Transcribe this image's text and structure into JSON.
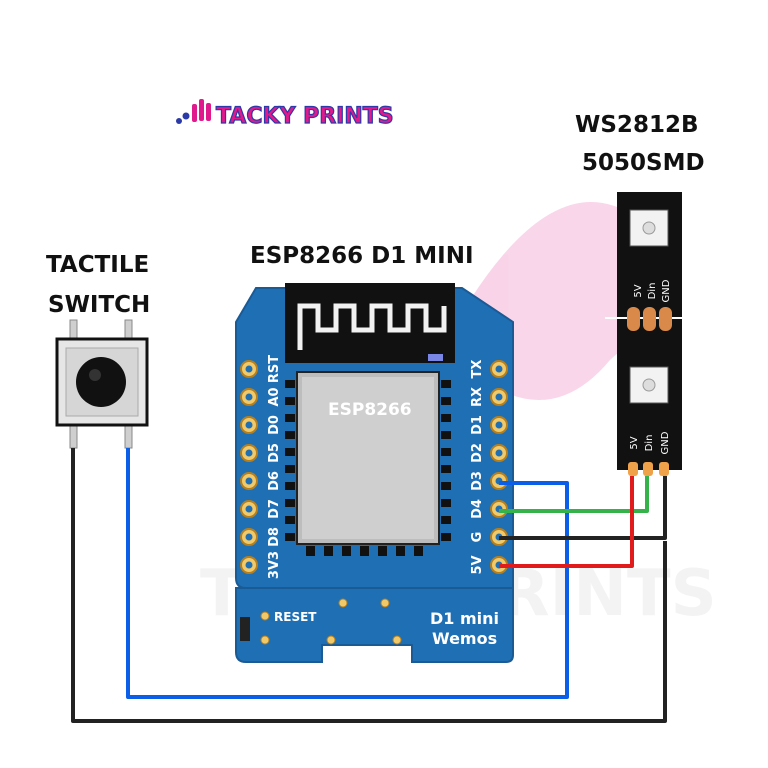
{
  "logo": {
    "text": "TACKY PRINTS"
  },
  "watermark": {
    "text": "TACKY PRINTS"
  },
  "labels": {
    "tactile_switch": [
      "TACTILE",
      "SWITCH"
    ],
    "board_title": "ESP8266 D1 MINI",
    "led_title": [
      "WS2812B",
      "5050SMD"
    ]
  },
  "board": {
    "chip_label": "ESP8266",
    "model_label": [
      "D1 mini",
      "Wemos"
    ],
    "reset_label": "RESET",
    "left_pins": [
      "RST",
      "A0",
      "D0",
      "D5",
      "D6",
      "D7",
      "D8",
      "3V3"
    ],
    "right_pins": [
      "TX",
      "RX",
      "D1",
      "D2",
      "D3",
      "D4",
      "G",
      "5V"
    ]
  },
  "led_strip": {
    "pad_labels": [
      "5V",
      "Din",
      "GND"
    ]
  },
  "colors": {
    "board_blue": "#1f6fb5",
    "board_edge": "#1a5a95",
    "wire_blue": "#0b5ee8",
    "wire_green": "#35b24a",
    "wire_red": "#e11b1b",
    "wire_black": "#222222",
    "logo_blue": "#2b3aa8",
    "logo_pink": "#e0198c"
  }
}
